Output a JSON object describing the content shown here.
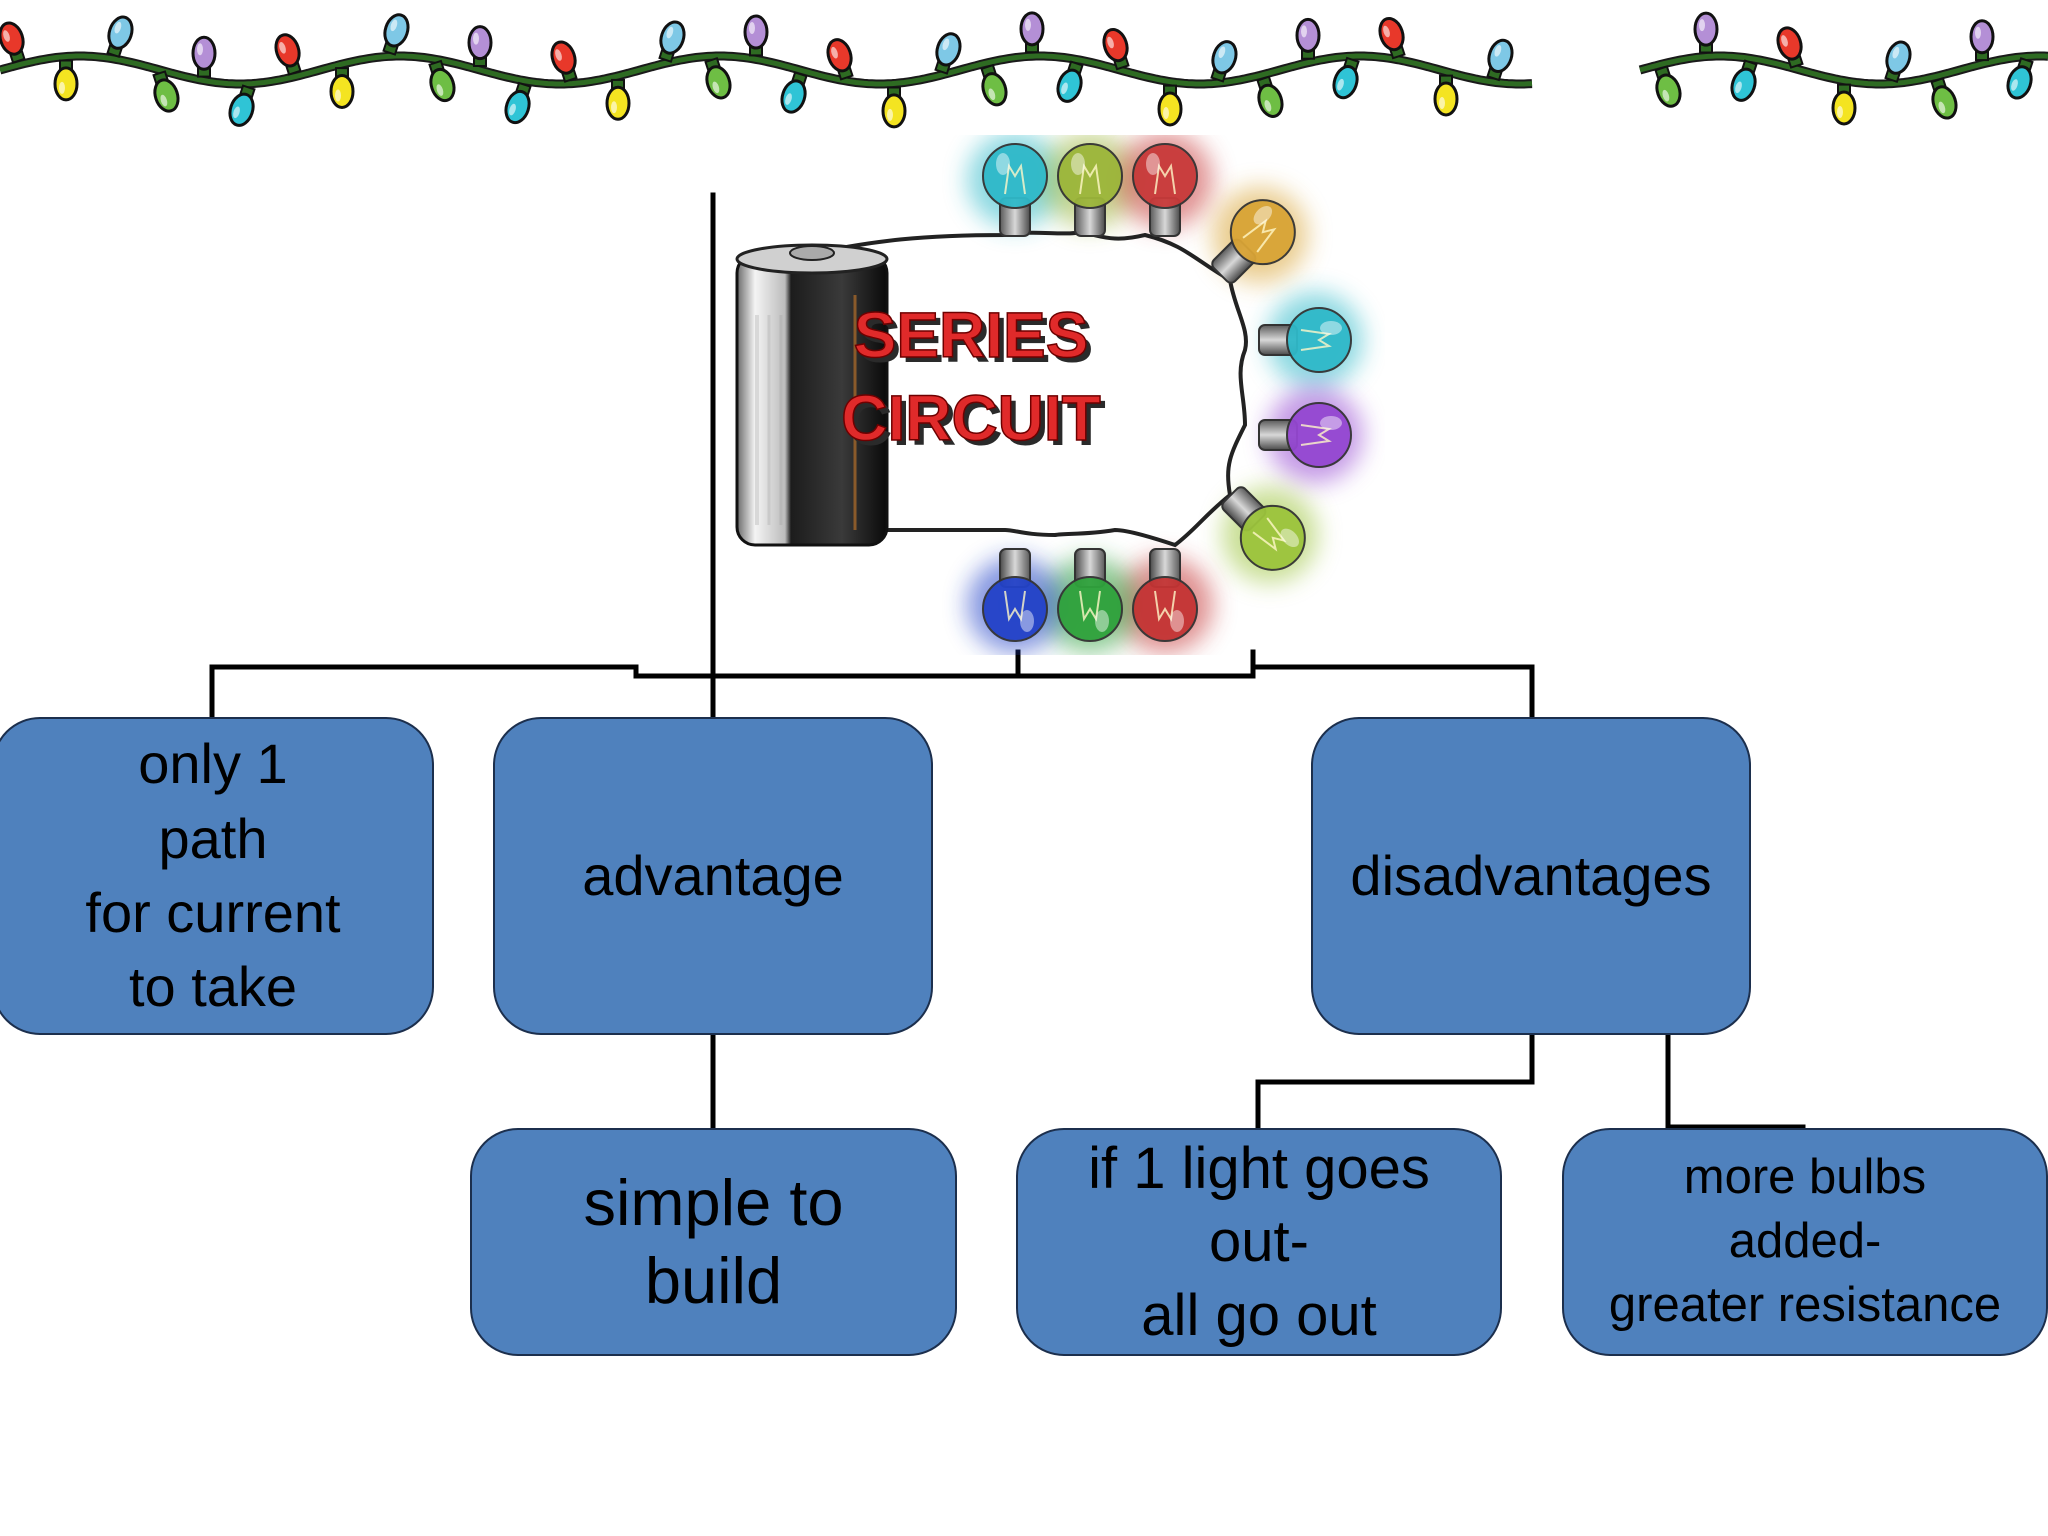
{
  "colors": {
    "node_fill": "#4f81bd",
    "node_border": "#1c2f4d",
    "connector": "#000000",
    "wire": "#2e6b22"
  },
  "garland": {
    "icon": "christmas-lights-garland-icon",
    "bulb_colors": [
      "#e8382a",
      "#f4e421",
      "#7ec8e6",
      "#6ebe44",
      "#b48fd6",
      "#2fc4d6"
    ]
  },
  "hero": {
    "icon": "series-circuit-battery-bulbs-icon",
    "title_line1": "SERIES",
    "title_line2": "CIRCUIT",
    "bulb_colors": [
      "#2fb9c9",
      "#9cb63a",
      "#c83a3a",
      "#d9a436",
      "#2fb9c9",
      "#9447d1",
      "#9cc43c",
      "#c43434",
      "#2fa23c",
      "#2342c8"
    ]
  },
  "nodes": {
    "only_path": "only 1\npath\nfor current\nto take",
    "advantage": "advantage",
    "disadvantages": "disadvantages",
    "simple": "simple to\nbuild",
    "one_light": "if 1 light goes\nout-\nall go out",
    "more_bulbs": "more bulbs\nadded-\ngreater resistance"
  }
}
